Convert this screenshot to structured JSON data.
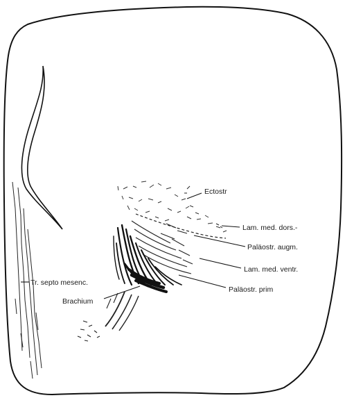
{
  "figure": {
    "labels": {
      "ectostr": "Ectostr",
      "lam_med_dors": "Lam. med. dors.-",
      "palaeostr_augm": "Paläostr. augm.",
      "lam_med_ventr": "Lam. med. ventr.",
      "palaeostr_prim": "Paläostr. prim",
      "tr_septo_mesenc": "Tr. septo mesenc.",
      "brachium": "Brachium"
    }
  }
}
